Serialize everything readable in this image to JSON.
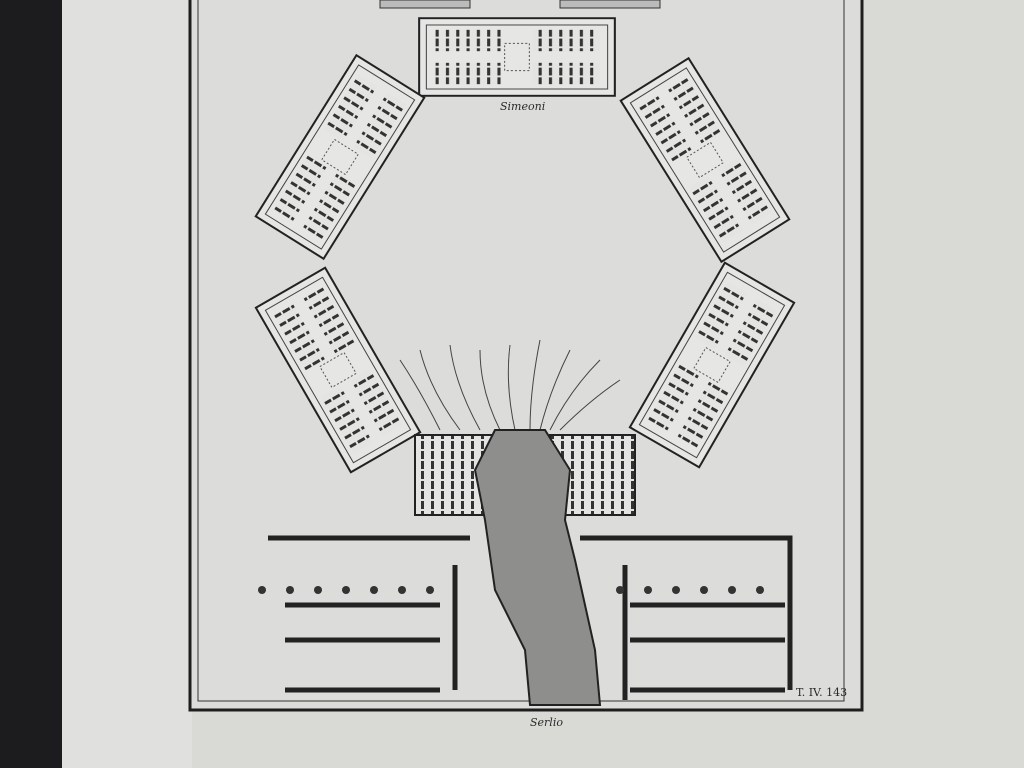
{
  "plate": {
    "top_caption": "Simeoni",
    "plate_number": "T. IV. 143",
    "artist_caption": "Serlio"
  },
  "colors": {
    "paper": "#d9d9d6",
    "ink": "#222222",
    "background": "#1c1c1e",
    "water": "#8a8a88"
  }
}
